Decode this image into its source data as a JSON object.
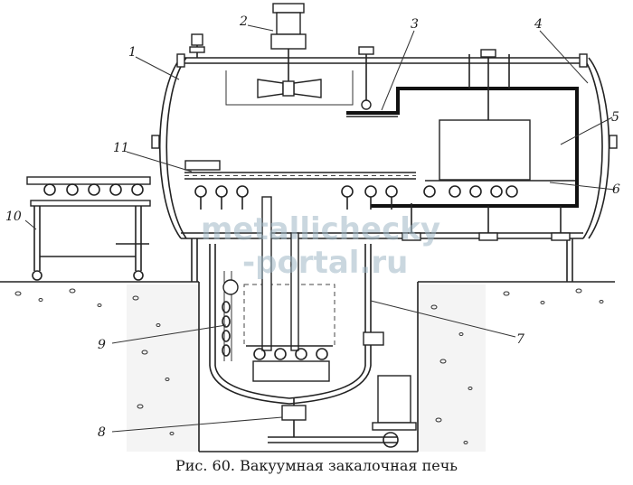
{
  "callouts": [
    "1",
    "2",
    "3",
    "4",
    "5",
    "6",
    "7",
    "8",
    "9",
    "10",
    "11"
  ],
  "watermark": {
    "line1": "metallichecky",
    "line2": "-portal.ru"
  },
  "caption": "Рис. 60. Вакуумная закалочная печь"
}
